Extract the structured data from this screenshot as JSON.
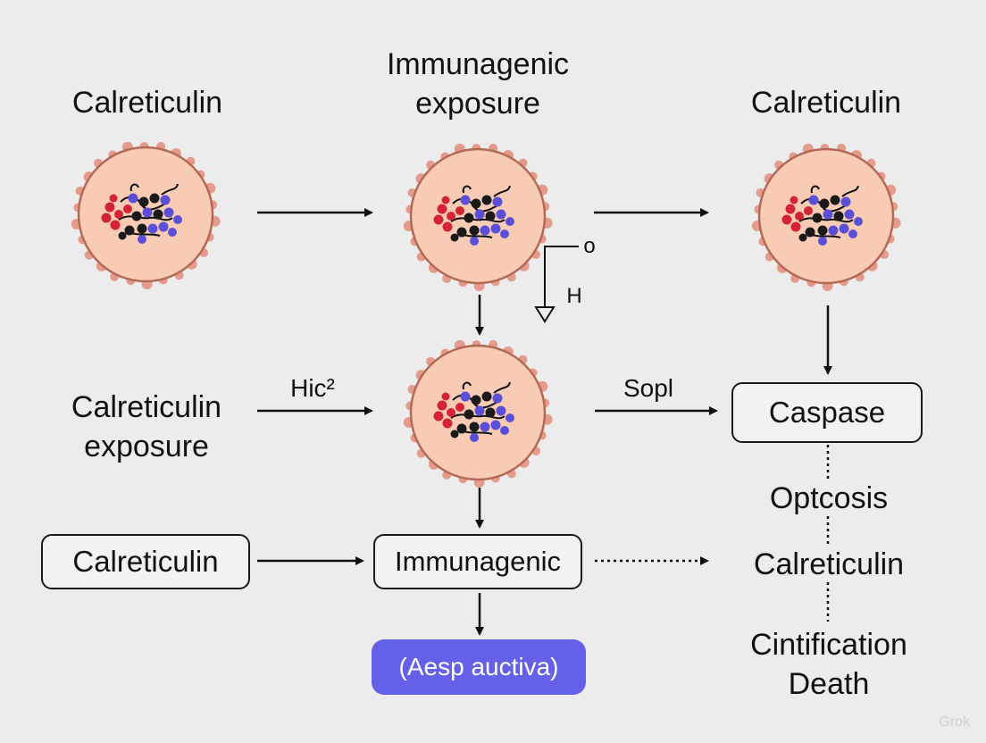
{
  "labels": {
    "top_left": "Calreticulin",
    "top_center_1": "Immunagenic",
    "top_center_2": "exposure",
    "top_right": "Calreticulin",
    "mid_left_1": "Calreticulin",
    "mid_left_2": "exposure",
    "arrow_hic": "Hic²",
    "arrow_sopl": "Sopl",
    "side_o": "o",
    "side_h": "H",
    "optcosis": "Optcosis",
    "calreticulin_right": "Calreticulin",
    "death_1": "Cintification",
    "death_2": "Death"
  },
  "boxes": {
    "caspase": "Caspase",
    "calreticulin": "Calreticulin",
    "immunagenic": "Immunagenic"
  },
  "pill": {
    "label": "(Aesp auctiva)",
    "color": "#6461e8"
  },
  "watermark": "Grok",
  "colors": {
    "cell_fill": "#f8cbb4",
    "cell_outline": "#b36a55",
    "bead_outer": "#e59b8c",
    "molecule_red": "#d22434",
    "molecule_blue": "#5a4fd6",
    "molecule_black": "#1a1a1a"
  },
  "icons": {
    "cell": "cell-with-molecule-icon"
  }
}
